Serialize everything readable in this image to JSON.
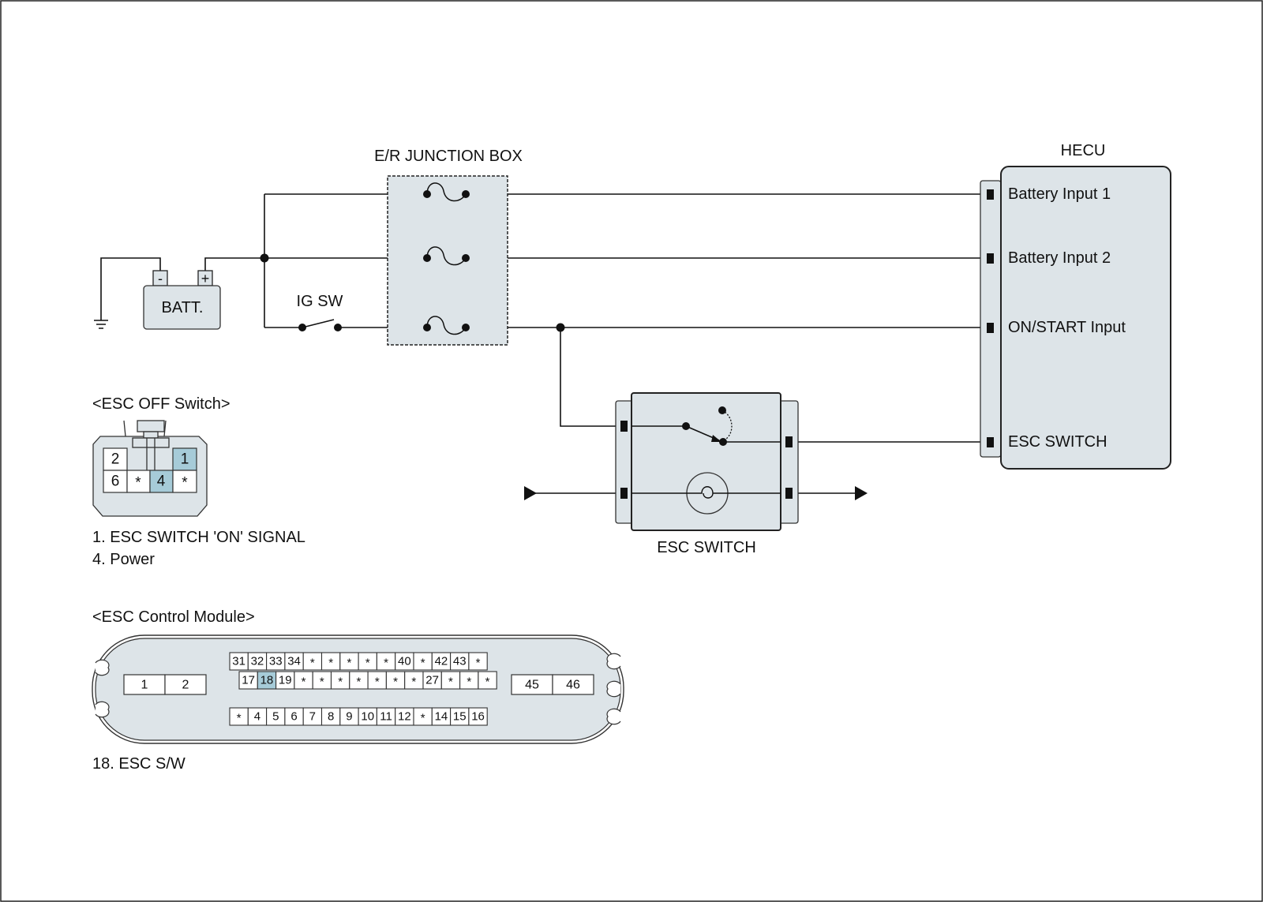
{
  "colors": {
    "panel": "#dde4e8",
    "highlight": "#a6cbd8",
    "wire": "#111111"
  },
  "labels": {
    "junction_box": "E/R JUNCTION BOX",
    "hecu": "HECU",
    "battery": "BATT.",
    "battery_neg": "-",
    "battery_pos": "+",
    "ig_sw": "IG SW",
    "esc_switch": "ESC SWITCH"
  },
  "hecu_pins": [
    "Battery Input 1",
    "Battery Input 2",
    "ON/START Input",
    "ESC SWITCH"
  ],
  "esc_off_switch": {
    "title": "<ESC OFF Switch>",
    "pins_row1": [
      "2",
      "",
      "",
      "1"
    ],
    "pins_row2": [
      "6",
      "*",
      "4",
      "*"
    ],
    "highlighted": [
      "1",
      "4"
    ],
    "notes": [
      "1. ESC SWITCH 'ON' SIGNAL",
      "4. Power"
    ]
  },
  "esc_module": {
    "title": "<ESC Control Module>",
    "left_pins": [
      "1",
      "2"
    ],
    "right_pins": [
      "45",
      "46"
    ],
    "row_top": [
      "31",
      "32",
      "33",
      "34",
      "*",
      "*",
      "*",
      "*",
      "*",
      "40",
      "*",
      "42",
      "43",
      "*"
    ],
    "row_mid": [
      "17",
      "18",
      "19",
      "*",
      "*",
      "*",
      "*",
      "*",
      "*",
      "*",
      "27",
      "*",
      "*",
      "*"
    ],
    "row_bot": [
      "*",
      "4",
      "5",
      "6",
      "7",
      "8",
      "9",
      "10",
      "11",
      "12",
      "*",
      "14",
      "15",
      "16"
    ],
    "highlighted": [
      "18"
    ],
    "notes": [
      "18. ESC S/W"
    ]
  }
}
